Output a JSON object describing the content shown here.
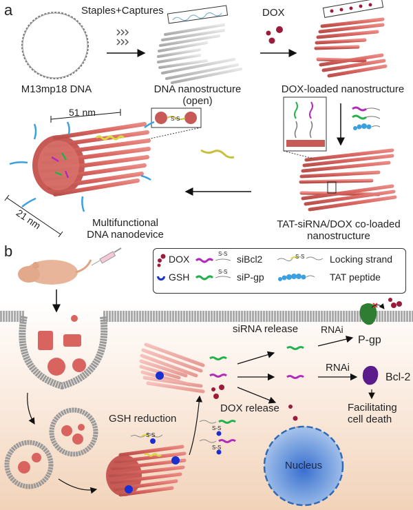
{
  "panel_a": {
    "letter": "a",
    "m13_label": "M13mp18 DNA",
    "staples_label": "Staples+Captures",
    "open_label_line1": "DNA nanostructure",
    "open_label_line2": "(open)",
    "dox_label": "DOX",
    "dox_loaded_label": "DOX-loaded nanostructure",
    "coloaded_line1": "TAT-siRNA/DOX co-loaded",
    "coloaded_line2": "nanostructure",
    "device_line1": "Multifunctional",
    "device_line2": "DNA nanodevice",
    "length_label": "51 nm",
    "width_label": "21 nm",
    "disulfide_label": "S-S"
  },
  "panel_b": {
    "letter": "b",
    "legend": [
      {
        "icon": "dox-icon",
        "label": "DOX"
      },
      {
        "icon": "gsh-icon",
        "label": "GSH"
      },
      {
        "icon": "sibcl2-icon",
        "label": "siBcl2"
      },
      {
        "icon": "sipgp-icon",
        "label": "siP-gp"
      },
      {
        "icon": "locking-strand-icon",
        "label": "Locking strand"
      },
      {
        "icon": "tat-peptide-icon",
        "label": "TAT peptide"
      }
    ],
    "legend_ss": "S-S",
    "sirna_release": "siRNA release",
    "rnai_top": "RNAi",
    "rnai_bottom": "RNAi",
    "pgp": "P-gp",
    "bcl2": "Bcl-2",
    "dox_release": "DOX release",
    "gsh_reduction": "GSH reduction",
    "cell_death_line1": "Facilitating",
    "cell_death_line2": "cell death",
    "nucleus": "Nucleus",
    "ss": "S-S"
  },
  "colors": {
    "origami": "#d9645f",
    "origami_light": "#f0a9a4",
    "dox": "#9b1b3a",
    "gsh": "#1b2fd1",
    "sibcl2": "#b02bb8",
    "sipgp": "#22b24c",
    "tat": "#3aa0e0",
    "locking": "#d8d840",
    "pgp_protein": "#2e7d32",
    "bcl2_protein": "#5c1b8a",
    "nucleus": "#5b8fd6"
  }
}
